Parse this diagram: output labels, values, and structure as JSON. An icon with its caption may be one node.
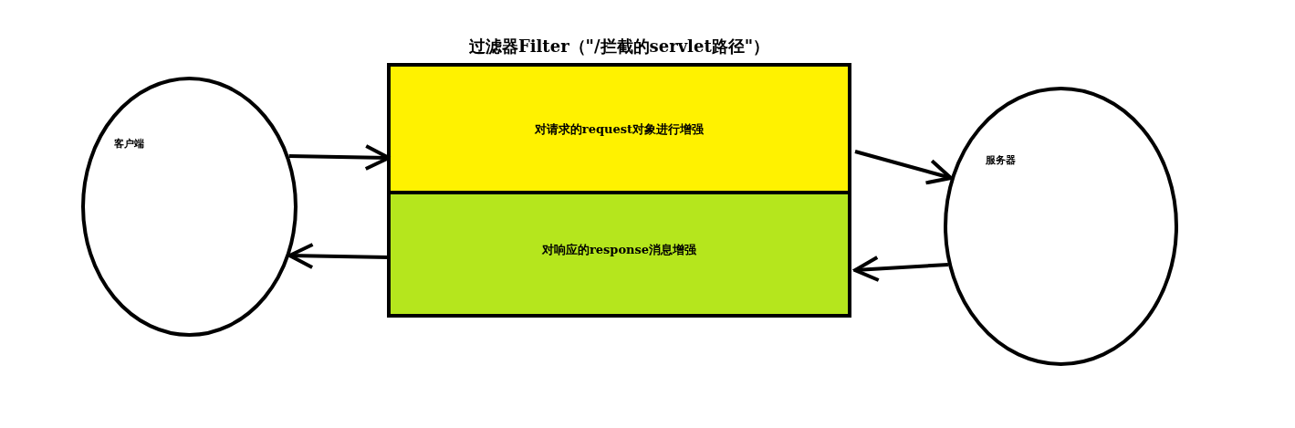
{
  "diagram": {
    "nodes": [
      {
        "text": [
          "客户端"
        ]
      },
      {
        "text": [
          "过滤器Filter（\"/拦截的servlet路径\"）"
        ]
      },
      {
        "text": [
          "对请求的request对象进行增强"
        ],
        "in": 1
      },
      {
        "text": [
          "对响应的response消息增强"
        ],
        "in": 1
      },
      {
        "text": [
          "服务器"
        ]
      }
    ],
    "edges": [
      {
        "from": 0,
        "to": 2,
        "arrow": "to"
      },
      {
        "from": 2,
        "to": 4,
        "arrow": "to"
      },
      {
        "from": 4,
        "to": 3,
        "arrow": "to"
      },
      {
        "from": 3,
        "to": 0,
        "arrow": "to"
      }
    ]
  }
}
